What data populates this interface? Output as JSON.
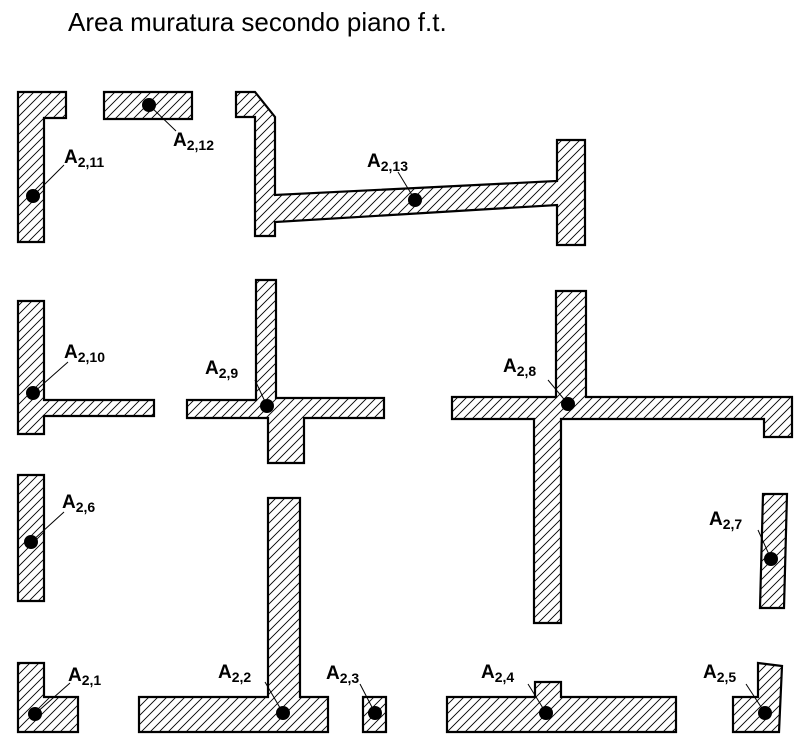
{
  "title": "Area muratura secondo piano f.t.",
  "colors": {
    "stroke": "#000000",
    "hatch": "#000000",
    "background": "#ffffff"
  },
  "walls": [
    {
      "id": "A2,1",
      "prefix": "A",
      "sub": "2,1"
    },
    {
      "id": "A2,2",
      "prefix": "A",
      "sub": "2,2"
    },
    {
      "id": "A2,3",
      "prefix": "A",
      "sub": "2,3"
    },
    {
      "id": "A2,4",
      "prefix": "A",
      "sub": "2,4"
    },
    {
      "id": "A2,5",
      "prefix": "A",
      "sub": "2,5"
    },
    {
      "id": "A2,6",
      "prefix": "A",
      "sub": "2,6"
    },
    {
      "id": "A2,7",
      "prefix": "A",
      "sub": "2,7"
    },
    {
      "id": "A2,8",
      "prefix": "A",
      "sub": "2,8"
    },
    {
      "id": "A2,9",
      "prefix": "A",
      "sub": "2,9"
    },
    {
      "id": "A2,10",
      "prefix": "A",
      "sub": "2,10"
    },
    {
      "id": "A2,11",
      "prefix": "A",
      "sub": "2,11"
    },
    {
      "id": "A2,12",
      "prefix": "A",
      "sub": "2,12"
    },
    {
      "id": "A2,13",
      "prefix": "A",
      "sub": "2,13"
    }
  ]
}
